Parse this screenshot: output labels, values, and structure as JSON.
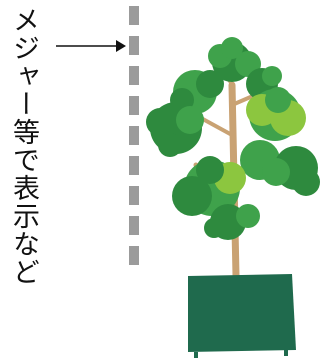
{
  "annotation": {
    "text": "メジャー等で表示など"
  },
  "icons": {
    "arrow": "right-arrow-icon",
    "ruler": "dashed-ruler-line",
    "plant": "potted-tree-illustration"
  },
  "colors": {
    "text": "#111111",
    "ruler": "#9b9b9b",
    "trunk": "#c9a273",
    "leaf_dark": "#2e8a3e",
    "leaf_mid": "#3fa24b",
    "leaf_light": "#8cc63f",
    "pot": "#1f6a4d"
  }
}
